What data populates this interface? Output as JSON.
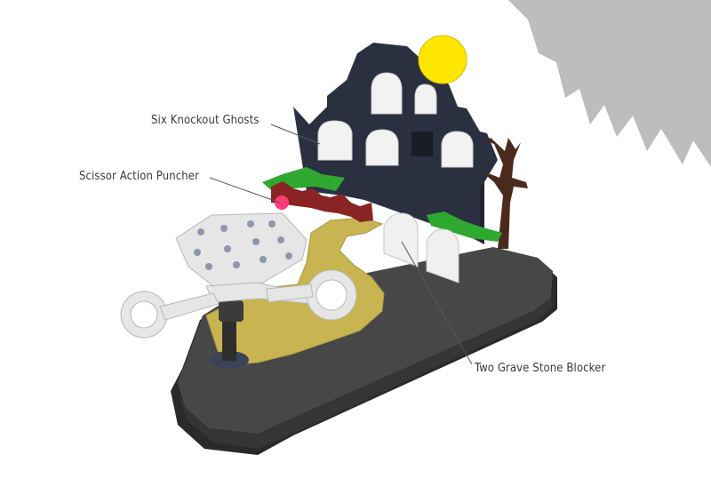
{
  "callouts": {
    "knockout_ghosts": "Six Knockout Ghosts",
    "scissor_puncher": "Scissor Action Puncher",
    "grave_blocker": "Two Grave Stone Blocker"
  },
  "colors": {
    "background": "#ffffff",
    "corner_shape": "#bdbdbd",
    "base": "#3d3d3d",
    "house": "#2b3040",
    "moon": "#ffe600",
    "path": "#c8b552",
    "grass": "#2fa82f",
    "fence": "#8a2424",
    "tree": "#4a2a1c",
    "puncher": "#e6e6e6",
    "accent_ball": "#ff3b7a"
  },
  "icons": {
    "moon": "moon-icon",
    "tree": "bare-tree-icon",
    "ghost": "ghost-icon",
    "gravestone": "gravestone-icon"
  }
}
